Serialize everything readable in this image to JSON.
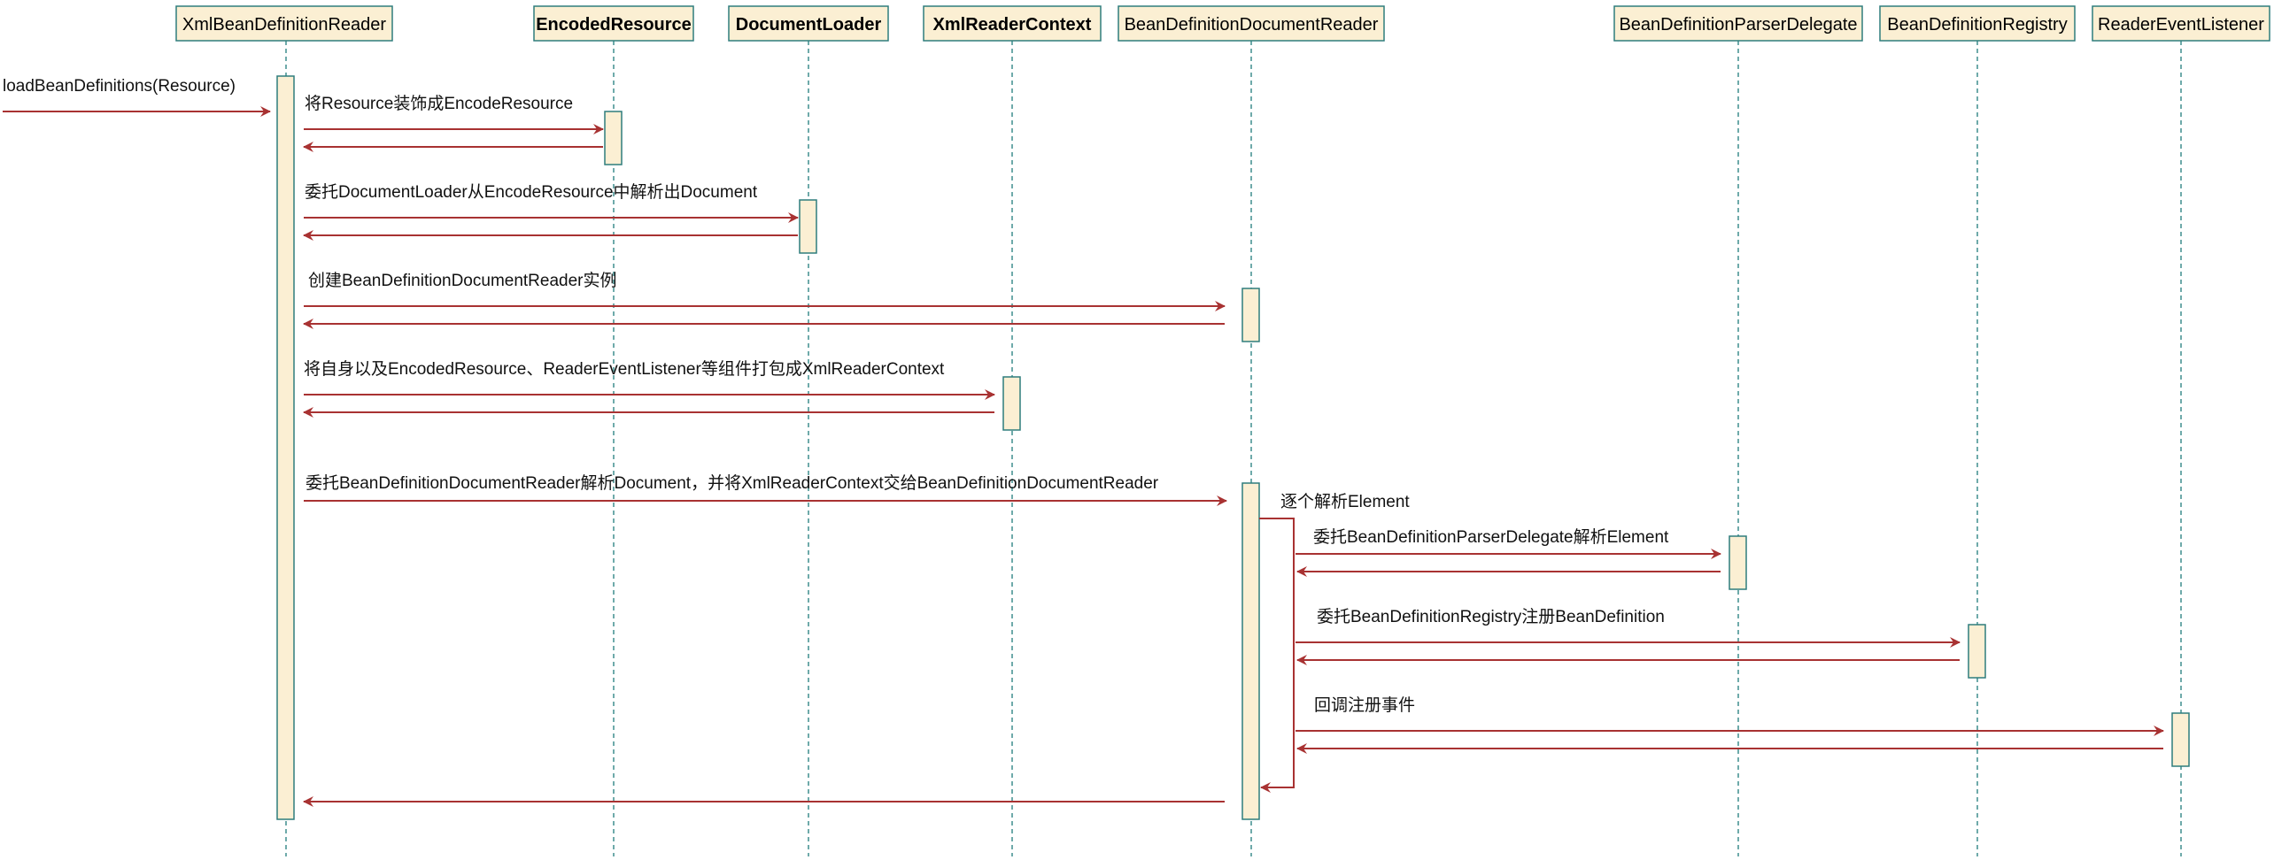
{
  "colors": {
    "box_fill": "#FBEFD3",
    "box_stroke": "#2E7D7D",
    "lifeline": "#3E8E8E",
    "arrow": "#A83232",
    "text": "#000000"
  },
  "participants": [
    {
      "id": "xbdr",
      "label": "XmlBeanDefinitionReader",
      "bold": false
    },
    {
      "id": "er",
      "label": "EncodedResource",
      "bold": true
    },
    {
      "id": "dl",
      "label": "DocumentLoader",
      "bold": true
    },
    {
      "id": "xrc",
      "label": "XmlReaderContext",
      "bold": true
    },
    {
      "id": "bddr",
      "label": "BeanDefinitionDocumentReader",
      "bold": false
    },
    {
      "id": "bdpd",
      "label": "BeanDefinitionParserDelegate",
      "bold": false
    },
    {
      "id": "bdr",
      "label": "BeanDefinitionRegistry",
      "bold": false
    },
    {
      "id": "rel",
      "label": "ReaderEventListener",
      "bold": false
    }
  ],
  "messages": [
    {
      "id": "load",
      "text": "loadBeanDefinitions(Resource)"
    },
    {
      "id": "m1",
      "text": "将Resource装饰成EncodeResource"
    },
    {
      "id": "m2",
      "text": "委托DocumentLoader从EncodeResource中解析出Document"
    },
    {
      "id": "m3",
      "text": "创建BeanDefinitionDocumentReader实例"
    },
    {
      "id": "m4",
      "text": "将自身以及EncodedResource、ReaderEventListener等组件打包成XmlReaderContext"
    },
    {
      "id": "m5",
      "text": "委托BeanDefinitionDocumentReader解析Document，并将XmlReaderContext交给BeanDefinitionDocumentReader"
    },
    {
      "id": "self",
      "text": "逐个解析Element"
    },
    {
      "id": "m6",
      "text": "委托BeanDefinitionParserDelegate解析Element"
    },
    {
      "id": "m7",
      "text": "委托BeanDefinitionRegistry注册BeanDefinition"
    },
    {
      "id": "m8",
      "text": "回调注册事件"
    }
  ]
}
